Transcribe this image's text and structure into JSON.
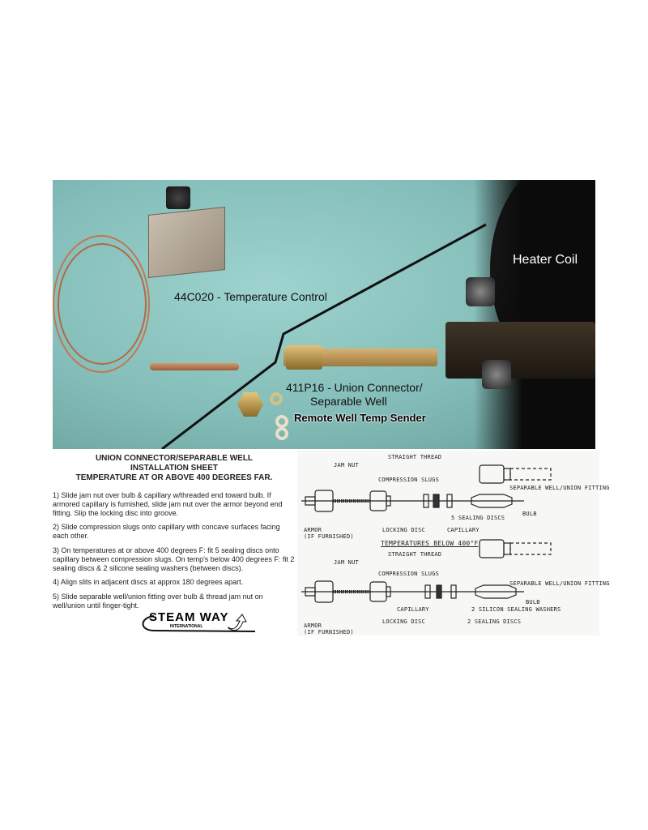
{
  "photo": {
    "labels": {
      "control": "44C020 - Temperature Control",
      "heater": "Heater Coil",
      "union_line1": "411P16 - Union Connector/",
      "union_line2": "Separable Well",
      "sender": "Remote Well Temp Sender"
    }
  },
  "instructions": {
    "title_lines": [
      "UNION CONNECTOR/SEPARABLE WELL",
      "INSTALLATION SHEET",
      "TEMPERATURE AT OR ABOVE 400 DEGREES FAR."
    ],
    "steps": [
      "1)  Slide jam nut over bulb & capillary w/threaded end toward bulb.  If armored capillary is furnished, slide jam nut over the armor beyond end fitting.  Slip the locking disc into groove.",
      "2)  Slide compression slugs onto capillary with concave surfaces facing each other.",
      "3)  On temperatures at or above 400 degrees F:  fit 5 sealing discs onto capillary between compression slugs.  On temp's below 400 degrees F:  fit 2 sealing discs & 2 silicone sealing washers (between discs).",
      "4)  Align slits in adjacent discs at approx 180 degrees apart.",
      "5)  Slide separable well/union fitting over bulb & thread jam nut on well/union until finger-tight."
    ],
    "logo": {
      "name": "STEAM WAY",
      "sub": "INTERNATIONAL"
    }
  },
  "diagram": {
    "top": {
      "straight_thread": "STRAIGHT THREAD",
      "jam_nut": "JAM NUT",
      "compression_slugs": "COMPRESSION SLUGS",
      "separable_well": "SEPARABLE WELL/UNION FITTING",
      "sealing_discs": "5 SEALING DISCS",
      "bulb": "BULB",
      "armor": "ARMOR",
      "armor_note": "(IF FURNISHED)",
      "locking_disc": "LOCKING DISC",
      "capillary": "CAPILLARY"
    },
    "heading": "TEMPERATURES BELOW 400°F",
    "bottom": {
      "straight_thread": "STRAIGHT THREAD",
      "jam_nut": "JAM NUT",
      "compression_slugs": "COMPRESSION SLUGS",
      "separable_well": "SEPARABLE WELL/UNION FITTING",
      "bulb": "BULB",
      "capillary": "CAPILLARY",
      "washers": "2 SILICON SEALING WASHERS",
      "armor": "ARMOR",
      "armor_note": "(IF FURNISHED)",
      "locking_disc": "LOCKING DISC",
      "sealing_discs": "2 SEALING DISCS"
    }
  }
}
